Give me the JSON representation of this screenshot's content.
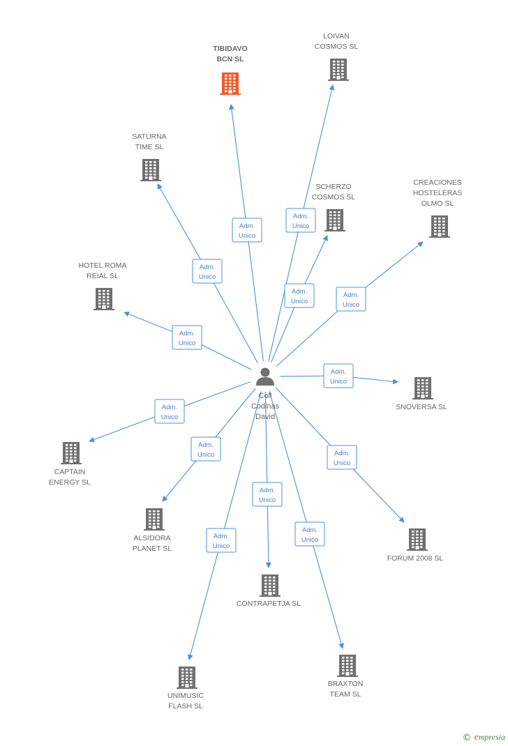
{
  "colors": {
    "edge": "#4a90d9",
    "building_default": "#707070",
    "building_highlight": "#f05a28",
    "person": "#707070",
    "label_text": "#666666"
  },
  "person": {
    "icon": "person-icon",
    "label_lines": [
      "Coll",
      "Codinas",
      "David"
    ]
  },
  "edge_label_lines": [
    "Adm.",
    "Unico"
  ],
  "companies": [
    {
      "id": "tibidavo",
      "lines": [
        "TIBIDAVO",
        "BCN SL"
      ],
      "highlight": true,
      "icon": "building-icon"
    },
    {
      "id": "loivan",
      "lines": [
        "LOIVAN",
        "COSMOS SL"
      ],
      "highlight": false,
      "icon": "building-icon"
    },
    {
      "id": "saturna",
      "lines": [
        "SATURNA",
        "TIME SL"
      ],
      "highlight": false,
      "icon": "building-icon"
    },
    {
      "id": "scherzo",
      "lines": [
        "SCHERZO",
        "COSMOS SL"
      ],
      "highlight": false,
      "icon": "building-icon"
    },
    {
      "id": "creaciones",
      "lines": [
        "CREACIONES",
        "HOSTELERAS",
        "OLMO SL"
      ],
      "highlight": false,
      "icon": "building-icon"
    },
    {
      "id": "hotelroma",
      "lines": [
        "HOTEL ROMA",
        "REIAL SL"
      ],
      "highlight": false,
      "icon": "building-icon"
    },
    {
      "id": "snoversa",
      "lines": [
        "SNOVERSA SL"
      ],
      "highlight": false,
      "icon": "building-icon"
    },
    {
      "id": "captain",
      "lines": [
        "CAPTAIN",
        "ENERGY SL"
      ],
      "highlight": false,
      "icon": "building-icon"
    },
    {
      "id": "alsidora",
      "lines": [
        "ALSIDORA",
        "PLANET SL"
      ],
      "highlight": false,
      "icon": "building-icon"
    },
    {
      "id": "forum",
      "lines": [
        "FORUM 2008  SL"
      ],
      "highlight": false,
      "icon": "building-icon"
    },
    {
      "id": "contrapetja",
      "lines": [
        "CONTRAPETJA SL"
      ],
      "highlight": false,
      "icon": "building-icon"
    },
    {
      "id": "braxton",
      "lines": [
        "BRAXTON",
        "TEAM SL"
      ],
      "highlight": false,
      "icon": "building-icon"
    },
    {
      "id": "unimusic",
      "lines": [
        "UNIMUSIC",
        "FLASH  SL"
      ],
      "highlight": false,
      "icon": "building-icon"
    }
  ],
  "footer": {
    "copyright_symbol": "©",
    "brand_initial": "e",
    "brand_rest": "mpresia"
  }
}
